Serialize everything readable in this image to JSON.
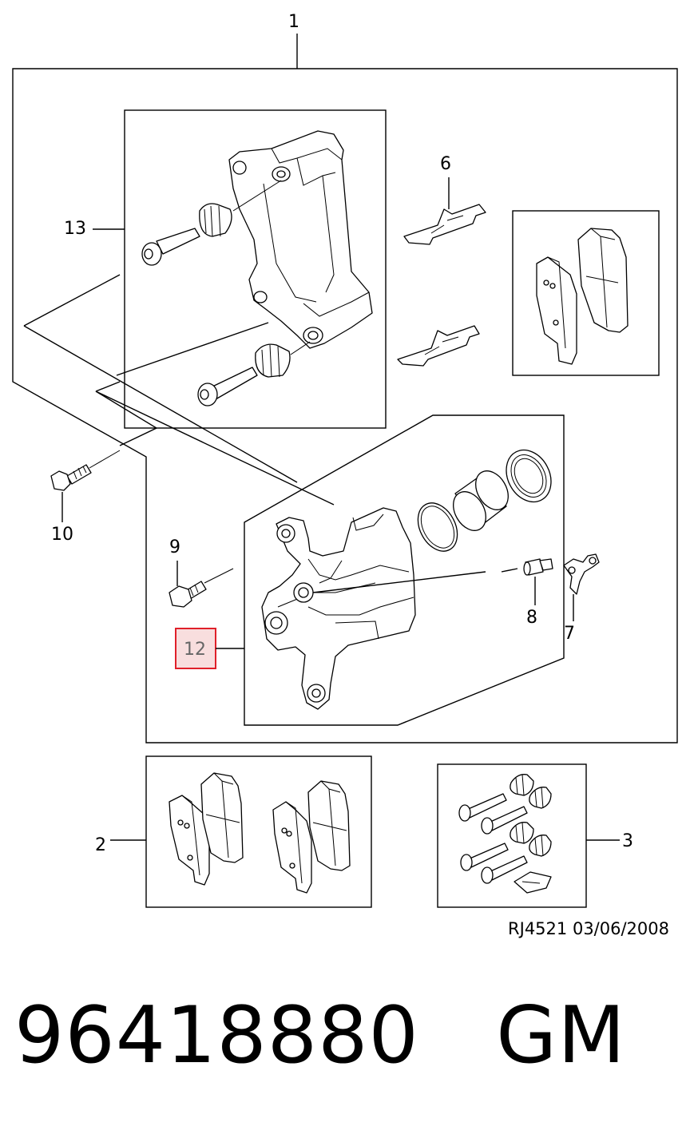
{
  "callouts": {
    "c1": "1",
    "c2": "2",
    "c3": "3",
    "c6": "6",
    "c7": "7",
    "c8": "8",
    "c9": "9",
    "c10": "10",
    "c12": "12",
    "c13": "13"
  },
  "highlight_color": "#e0202a",
  "highlight_fill": "#f8dede",
  "drawing_ref": "RJ4521",
  "drawing_date": "03/06/2008",
  "part_number": "96418880",
  "brand": "GM"
}
